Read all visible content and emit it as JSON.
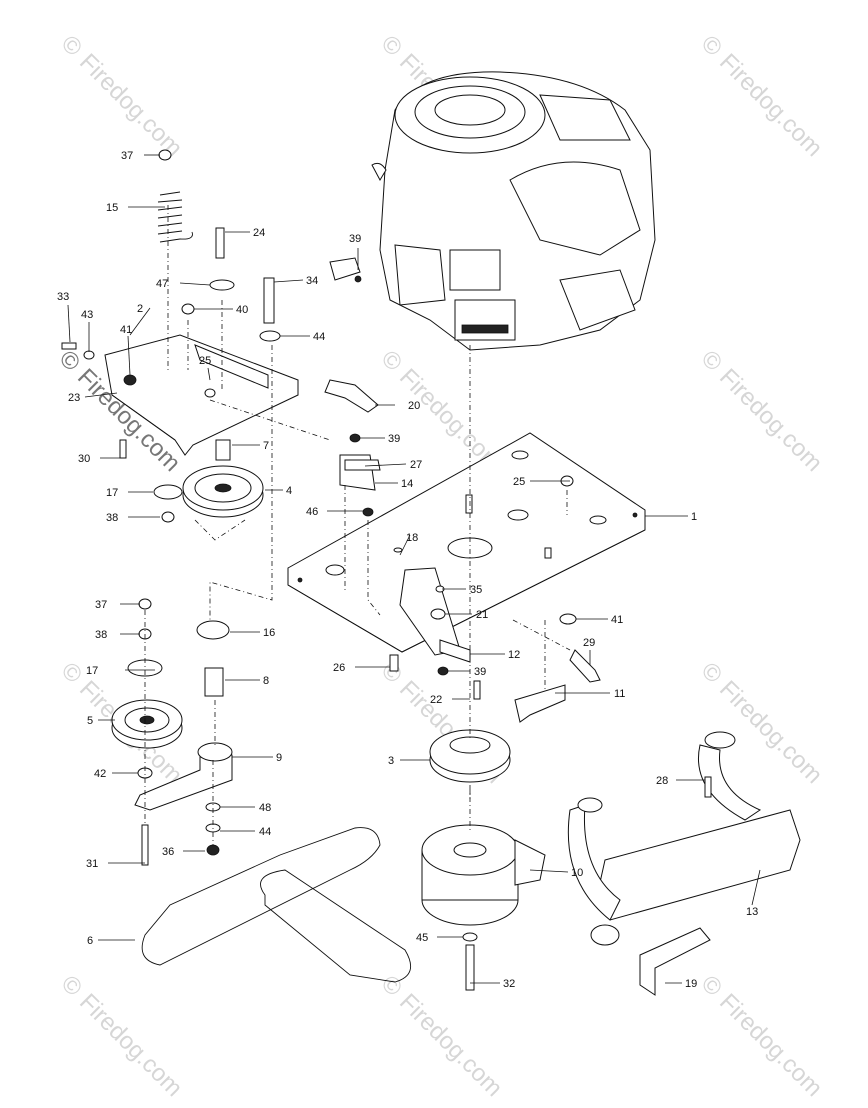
{
  "watermark": {
    "text": "Firedog.com",
    "copyright_symbol": "©",
    "color": "#d6d6d6"
  },
  "callouts": [
    {
      "id": "1",
      "label": "1"
    },
    {
      "id": "2",
      "label": "2"
    },
    {
      "id": "3",
      "label": "3"
    },
    {
      "id": "4",
      "label": "4"
    },
    {
      "id": "5",
      "label": "5"
    },
    {
      "id": "6",
      "label": "6"
    },
    {
      "id": "7",
      "label": "7"
    },
    {
      "id": "8",
      "label": "8"
    },
    {
      "id": "9",
      "label": "9"
    },
    {
      "id": "10",
      "label": "10"
    },
    {
      "id": "11",
      "label": "11"
    },
    {
      "id": "12",
      "label": "12"
    },
    {
      "id": "13",
      "label": "13"
    },
    {
      "id": "14",
      "label": "14"
    },
    {
      "id": "15",
      "label": "15"
    },
    {
      "id": "16",
      "label": "16"
    },
    {
      "id": "17a",
      "label": "17"
    },
    {
      "id": "17b",
      "label": "17"
    },
    {
      "id": "18",
      "label": "18"
    },
    {
      "id": "19",
      "label": "19"
    },
    {
      "id": "20",
      "label": "20"
    },
    {
      "id": "21",
      "label": "21"
    },
    {
      "id": "22",
      "label": "22"
    },
    {
      "id": "23",
      "label": "23"
    },
    {
      "id": "24",
      "label": "24"
    },
    {
      "id": "25a",
      "label": "25"
    },
    {
      "id": "25b",
      "label": "25"
    },
    {
      "id": "26",
      "label": "26"
    },
    {
      "id": "27",
      "label": "27"
    },
    {
      "id": "28",
      "label": "28"
    },
    {
      "id": "29",
      "label": "29"
    },
    {
      "id": "30",
      "label": "30"
    },
    {
      "id": "31",
      "label": "31"
    },
    {
      "id": "32",
      "label": "32"
    },
    {
      "id": "33",
      "label": "33"
    },
    {
      "id": "34",
      "label": "34"
    },
    {
      "id": "35",
      "label": "35"
    },
    {
      "id": "36",
      "label": "36"
    },
    {
      "id": "37a",
      "label": "37"
    },
    {
      "id": "37b",
      "label": "37"
    },
    {
      "id": "38a",
      "label": "38"
    },
    {
      "id": "38b",
      "label": "38"
    },
    {
      "id": "39a",
      "label": "39"
    },
    {
      "id": "39b",
      "label": "39"
    },
    {
      "id": "39c",
      "label": "39"
    },
    {
      "id": "40",
      "label": "40"
    },
    {
      "id": "41a",
      "label": "41"
    },
    {
      "id": "41b",
      "label": "41"
    },
    {
      "id": "42",
      "label": "42"
    },
    {
      "id": "43",
      "label": "43"
    },
    {
      "id": "44a",
      "label": "44"
    },
    {
      "id": "44b",
      "label": "44"
    },
    {
      "id": "45",
      "label": "45"
    },
    {
      "id": "46",
      "label": "46"
    },
    {
      "id": "47",
      "label": "47"
    },
    {
      "id": "48",
      "label": "48"
    }
  ]
}
